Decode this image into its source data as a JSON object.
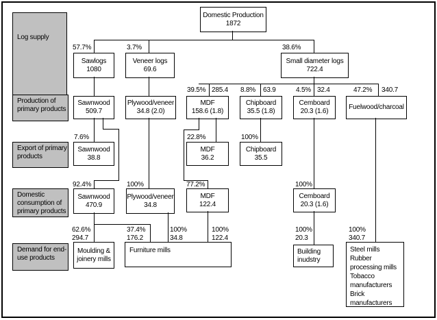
{
  "colors": {
    "row_label_bg": "#c0c0c0",
    "line": "#000000",
    "box_bg": "#ffffff"
  },
  "root": {
    "name": "Domestic Production",
    "value": "1872"
  },
  "row_labels": {
    "log_supply": {
      "l1": "Log supply"
    },
    "production": {
      "l1": "Production of",
      "l2": "primary products"
    },
    "export": {
      "l1": "Export of primary",
      "l2": "products"
    },
    "domestic": {
      "l1": "Domestic",
      "l2": "consumption of",
      "l3": "primary products"
    },
    "demand": {
      "l1": "Demand for end-",
      "l2": "use products"
    }
  },
  "logs": {
    "sawlogs": {
      "pct": "57.7%",
      "name": "Sawlogs",
      "value": "1080"
    },
    "veneer": {
      "pct": "3.7%",
      "name": "Veneer logs",
      "value": "69.6"
    },
    "small": {
      "pct": "38.6%",
      "name": "Small diameter logs",
      "value": "722.4"
    }
  },
  "production": {
    "sawnwood": {
      "name": "Sawnwood",
      "value": "509.7"
    },
    "plywood": {
      "name": "Plywood/veneer",
      "value": "34.8  (2.0)"
    },
    "mdf": {
      "pct": "39.5%",
      "amount": "285.4",
      "name": "MDF",
      "value": "158.6  (1.8)"
    },
    "chipboard": {
      "pct": "8.8%",
      "amount": "63.9",
      "name": "Chipboard",
      "value": "35.5  (1.8)"
    },
    "cemboard": {
      "pct": "4.5%",
      "amount": "32.4",
      "name": "Cemboard",
      "value": "20.3  (1.6)"
    },
    "fuelwood": {
      "pct": "47.2%",
      "amount": "340.7",
      "name": "Fuelwood/charcoal"
    }
  },
  "export": {
    "sawnwood": {
      "pct": "7.6%",
      "name": "Sawnwood",
      "value": "38.8"
    },
    "mdf": {
      "pct": "22.8%",
      "name": "MDF",
      "value": "36.2"
    },
    "chipboard": {
      "pct": "100%",
      "name": "Chipboard",
      "value": "35.5"
    }
  },
  "domestic": {
    "sawnwood": {
      "pct": "92.4%",
      "name": "Sawnwood",
      "value": "470.9"
    },
    "plywood": {
      "pct": "100%",
      "name": "Plywood/veneer",
      "value": "34.8"
    },
    "mdf": {
      "pct": "77.2%",
      "name": "MDF",
      "value": "122.4"
    },
    "cemboard": {
      "pct": "100%",
      "name": "Cemboard",
      "value": "20.3  (1.6)"
    }
  },
  "demand": {
    "moulding": {
      "pct": "62.6%",
      "amount": "294.7",
      "l1": "Moulding &",
      "l2": "joinery mills"
    },
    "furniture": {
      "name": "Furniture mills",
      "inflows": [
        {
          "pct": "37.4%",
          "amount": "176.2"
        },
        {
          "pct": "100%",
          "amount": "34.8"
        },
        {
          "pct": "100%",
          "amount": "122.4"
        }
      ]
    },
    "building": {
      "pct": "100%",
      "amount": "20.3",
      "name": "Building inudstry"
    },
    "other": {
      "pct": "100%",
      "amount": "340.7",
      "items": [
        "Steel mills",
        "Rubber processing mills",
        "Tobacco manufacturers",
        "Brick manufacturers"
      ]
    }
  }
}
